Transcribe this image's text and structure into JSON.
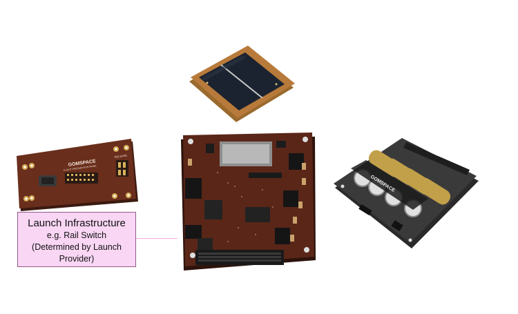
{
  "callout": {
    "title": "Launch Infrastructure",
    "line2": "e.g. Rail Switch",
    "line3": "(Determined by Launch",
    "line4": "Provider)"
  },
  "pcb_labels": {
    "brand": "GOMSPACE",
    "panel_subtitle": "FLIGHT PREPARATION PANEL",
    "release": "RELEASE",
    "battery_brand": "GOMSPACE"
  },
  "colors": {
    "pcb_brown": "#5a2618",
    "pcb_dark": "#2d130c",
    "solar_cell": "#1b2330",
    "solar_frame": "#b87a3a",
    "gold_contact": "#c9a24a",
    "battery_gold": "#c2a04a",
    "callout_fill": "#f9d6f4",
    "callout_border": "#8f5a8a"
  }
}
